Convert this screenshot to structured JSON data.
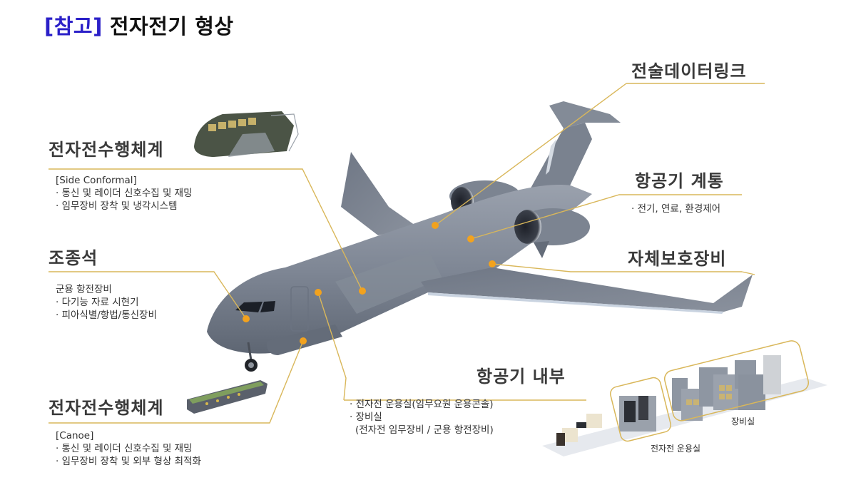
{
  "title": {
    "tag": "[참고]",
    "main": "전자전기 형상"
  },
  "colors": {
    "title_tag": "#2b20c8",
    "leader_line": "#d9b75a",
    "marker_dot": "#f2a21e",
    "fuselage": "#7f8795",
    "fuselage_dark": "#5e6673",
    "heading_text": "#3a3a3a"
  },
  "callouts": {
    "ew_side": {
      "heading": "전자전수행체계",
      "subtitle": "[Side Conformal]",
      "items": [
        "· 통신 및 레이더 신호수집 및 재밍",
        "· 임무장비 장착 및 냉각시스템"
      ],
      "thumbnail": "side-conformal-module"
    },
    "cockpit": {
      "heading": "조종석",
      "subtitle": "군용 항전장비",
      "items": [
        "· 다기능 자료 시현기",
        "· 피아식별/항법/통신장비"
      ]
    },
    "ew_canoe": {
      "heading": "전자전수행체계",
      "subtitle": "[Canoe]",
      "items": [
        "· 통신 및 레이더 신호수집 및 재밍",
        "· 임무장비 장착 및 외부 형상 최적화"
      ],
      "thumbnail": "canoe-module"
    },
    "datalink": {
      "heading": "전술데이터링크"
    },
    "aircraft_systems": {
      "heading": "항공기 계통",
      "items": [
        "· 전기, 연료, 환경제어"
      ]
    },
    "self_protection": {
      "heading": "자체보호장비"
    },
    "interior": {
      "heading": "항공기 내부",
      "items": [
        "· 전자전 운용실(임무요원 운용콘솔)",
        "· 장비실",
        "(전자전 임무장비 / 군용 항전장비)"
      ],
      "labels": {
        "ops_room": "전자전 운용실",
        "equipment_room": "장비실"
      }
    }
  }
}
